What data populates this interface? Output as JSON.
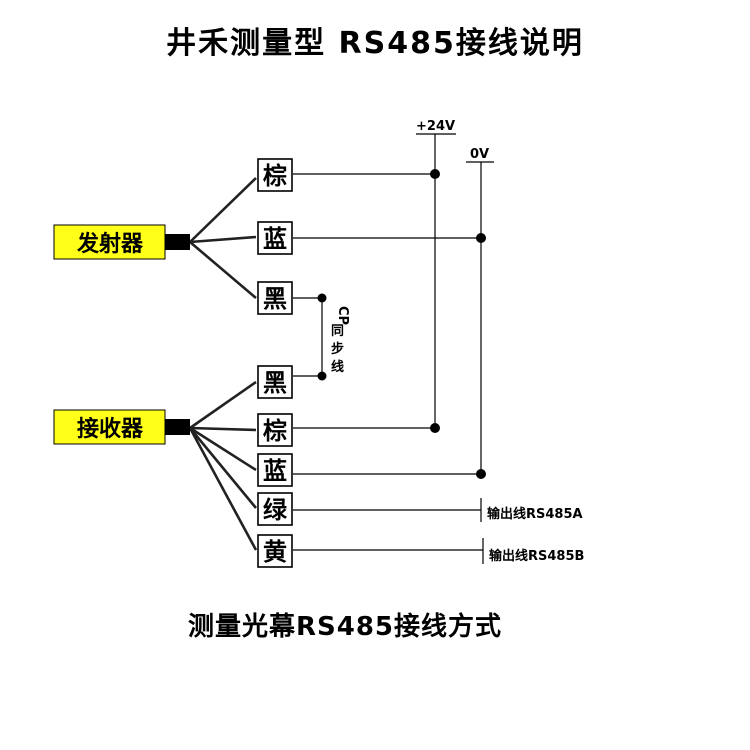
{
  "title": "井禾测量型 RS485接线说明",
  "footer": "测量光幕RS485接线方式",
  "devices": {
    "emitter": "发射器",
    "receiver": "接收器"
  },
  "emitter_wires": {
    "brown": "棕",
    "blue": "蓝",
    "black": "黑"
  },
  "receiver_wires": {
    "black": "黑",
    "brown": "棕",
    "blue": "蓝",
    "green": "绿",
    "yellow": "黄"
  },
  "rails": {
    "plus24v": "+24V",
    "zero_v": "0V"
  },
  "sync_label": {
    "c1": "CP",
    "c2": "同",
    "c3": "步",
    "c4": "线"
  },
  "outputs": {
    "a": "输出线RS485A",
    "b": "输出线RS485B"
  },
  "colors": {
    "device_fill": "#ffff1a"
  }
}
